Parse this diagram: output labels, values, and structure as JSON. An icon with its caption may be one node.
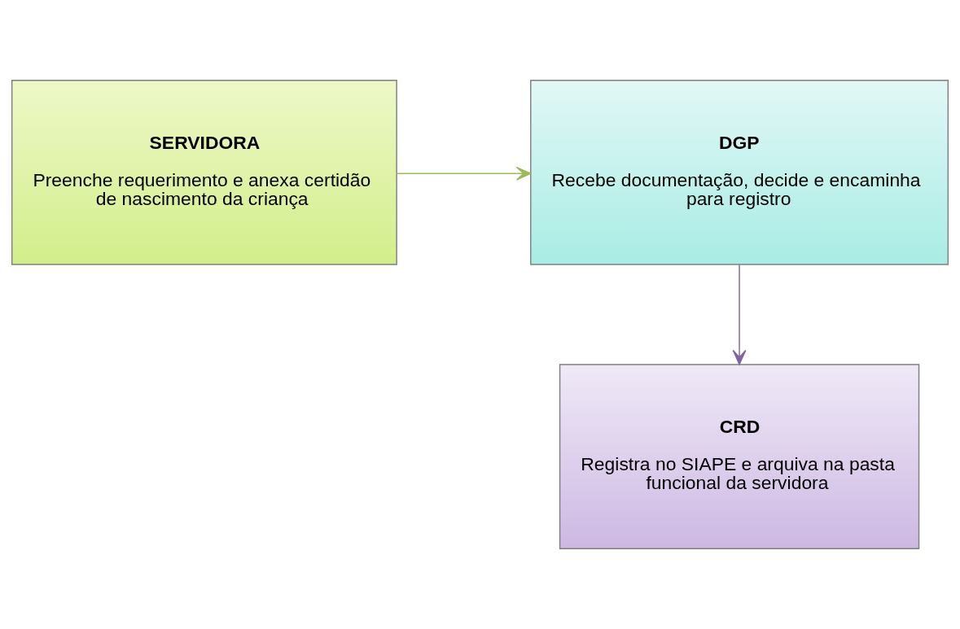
{
  "diagram": {
    "nodes": [
      {
        "text": [
          "SERVIDORA",
          "Preenche requerimento e anexa certidão de nascimento da criança"
        ]
      },
      {
        "text": [
          "DGP",
          "Recebe documentação, decide e encaminha para registro"
        ]
      },
      {
        "text": [
          "CRD",
          "Registra no SIAPE e arquiva na pasta funcional da servidora"
        ]
      }
    ],
    "edges": [
      {
        "from": 0,
        "to": 1,
        "arrow": "to",
        "color": "#9bbb59"
      },
      {
        "from": 1,
        "to": 2,
        "arrow": "to",
        "color": "#8064a2"
      }
    ]
  }
}
